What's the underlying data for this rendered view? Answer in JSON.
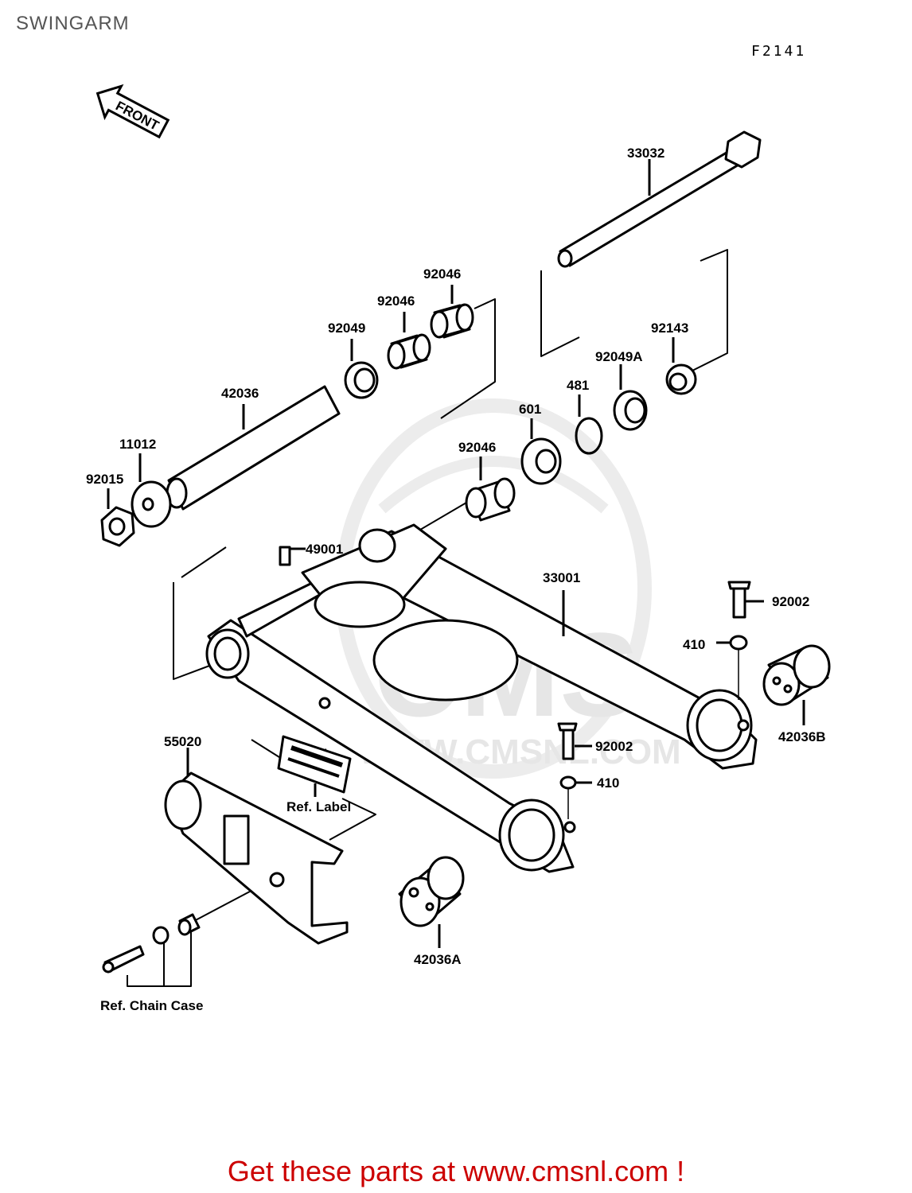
{
  "title": "SWINGARM",
  "figure_code": "F2141",
  "front_arrow_label": "FRONT",
  "watermark_text": "CMS",
  "watermark_url": "WWW.CMSNL.COM",
  "parts": {
    "p33032": "33032",
    "p92046_a": "92046",
    "p92046_b": "92046",
    "p92049": "92049",
    "p92143": "92143",
    "p92049A": "92049A",
    "p481": "481",
    "p601": "601",
    "p42036": "42036",
    "p11012": "11012",
    "p92015": "92015",
    "p92046_c": "92046",
    "p49001": "49001",
    "p33001": "33001",
    "p92002_a": "92002",
    "p410_a": "410",
    "p42036B": "42036B",
    "p55020": "55020",
    "p92002_b": "92002",
    "p410_b": "410",
    "ref_label": "Ref. Label",
    "p42036A": "42036A",
    "ref_chain_case": "Ref. Chain Case"
  },
  "promo_text": "Get these parts at www.cmsnl.com !",
  "colors": {
    "promo": "#cc0000",
    "title": "#555555",
    "watermark": "#e6e6e6"
  }
}
